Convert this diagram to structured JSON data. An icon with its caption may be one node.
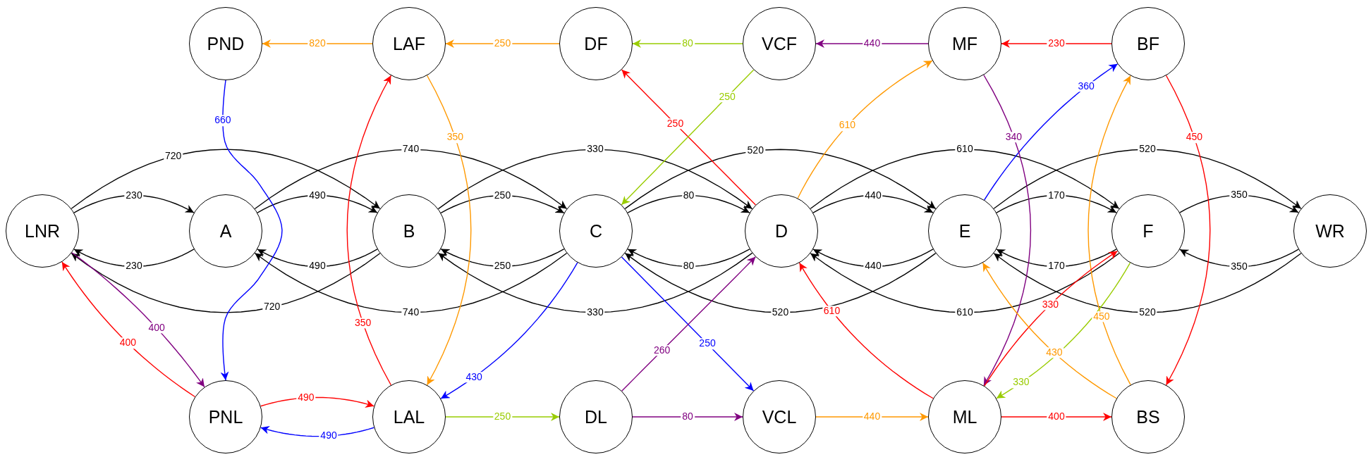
{
  "diagram": {
    "nodes": [
      {
        "text": [
          "PND"
        ]
      },
      {
        "text": [
          "LAF"
        ]
      },
      {
        "text": [
          "DF"
        ]
      },
      {
        "text": [
          "VCF"
        ]
      },
      {
        "text": [
          "MF"
        ]
      },
      {
        "text": [
          "BF"
        ]
      },
      {
        "text": [
          "LNR"
        ]
      },
      {
        "text": [
          "A"
        ]
      },
      {
        "text": [
          "B"
        ]
      },
      {
        "text": [
          "C"
        ]
      },
      {
        "text": [
          "D"
        ]
      },
      {
        "text": [
          "E"
        ]
      },
      {
        "text": [
          "F"
        ]
      },
      {
        "text": [
          "WR"
        ]
      },
      {
        "text": [
          "PNL"
        ]
      },
      {
        "text": [
          "LAL"
        ]
      },
      {
        "text": [
          "DL"
        ]
      },
      {
        "text": [
          "VCL"
        ]
      },
      {
        "text": [
          "ML"
        ]
      },
      {
        "text": [
          "BS"
        ]
      }
    ],
    "edges": [
      {
        "from": 6,
        "to": 7,
        "arrow": "to",
        "label": "230"
      },
      {
        "from": 7,
        "to": 6,
        "arrow": "to",
        "label": "230"
      },
      {
        "from": 6,
        "to": 8,
        "arrow": "to",
        "label": "720"
      },
      {
        "from": 8,
        "to": 6,
        "arrow": "to",
        "label": "720"
      },
      {
        "from": 7,
        "to": 8,
        "arrow": "to",
        "label": "490"
      },
      {
        "from": 8,
        "to": 7,
        "arrow": "to",
        "label": "490"
      },
      {
        "from": 7,
        "to": 9,
        "arrow": "to",
        "label": "740"
      },
      {
        "from": 9,
        "to": 7,
        "arrow": "to",
        "label": "740"
      },
      {
        "from": 8,
        "to": 9,
        "arrow": "to",
        "label": "250"
      },
      {
        "from": 9,
        "to": 8,
        "arrow": "to",
        "label": "250"
      },
      {
        "from": 8,
        "to": 10,
        "arrow": "to",
        "label": "330"
      },
      {
        "from": 10,
        "to": 8,
        "arrow": "to",
        "label": "330"
      },
      {
        "from": 9,
        "to": 10,
        "arrow": "to",
        "label": "80"
      },
      {
        "from": 10,
        "to": 9,
        "arrow": "to",
        "label": "80"
      },
      {
        "from": 9,
        "to": 11,
        "arrow": "to",
        "label": "520"
      },
      {
        "from": 11,
        "to": 9,
        "arrow": "to",
        "label": "520"
      },
      {
        "from": 10,
        "to": 11,
        "arrow": "to",
        "label": "440"
      },
      {
        "from": 11,
        "to": 10,
        "arrow": "to",
        "label": "440"
      },
      {
        "from": 10,
        "to": 12,
        "arrow": "to",
        "label": "610"
      },
      {
        "from": 12,
        "to": 10,
        "arrow": "to",
        "label": "610"
      },
      {
        "from": 11,
        "to": 12,
        "arrow": "to",
        "label": "170"
      },
      {
        "from": 12,
        "to": 11,
        "arrow": "to",
        "label": "170"
      },
      {
        "from": 11,
        "to": 13,
        "arrow": "to",
        "label": "520"
      },
      {
        "from": 13,
        "to": 11,
        "arrow": "to",
        "label": "520"
      },
      {
        "from": 12,
        "to": 13,
        "arrow": "to",
        "label": "350"
      },
      {
        "from": 13,
        "to": 12,
        "arrow": "to",
        "label": "350"
      },
      {
        "from": 1,
        "to": 0,
        "arrow": "to",
        "label": "820",
        "color": "#ff9900"
      },
      {
        "from": 2,
        "to": 1,
        "arrow": "to",
        "label": "250",
        "color": "#ff9900"
      },
      {
        "from": 3,
        "to": 2,
        "arrow": "to",
        "label": "80",
        "color": "#99cc00"
      },
      {
        "from": 4,
        "to": 3,
        "arrow": "to",
        "label": "440",
        "color": "#800080"
      },
      {
        "from": 5,
        "to": 4,
        "arrow": "to",
        "label": "230",
        "color": "#ff0000"
      },
      {
        "from": 0,
        "to": 14,
        "arrow": "to",
        "label": "660",
        "color": "#0000ff"
      },
      {
        "from": 15,
        "to": 1,
        "arrow": "to",
        "label": "350",
        "color": "#ff0000"
      },
      {
        "from": 1,
        "to": 15,
        "arrow": "to",
        "label": "350",
        "color": "#ff9900"
      },
      {
        "from": 10,
        "to": 2,
        "arrow": "to",
        "label": "250",
        "color": "#ff0000"
      },
      {
        "from": 3,
        "to": 9,
        "arrow": "to",
        "label": "250",
        "color": "#99cc00"
      },
      {
        "from": 10,
        "to": 4,
        "arrow": "to",
        "label": "610",
        "color": "#ff9900"
      },
      {
        "from": 11,
        "to": 5,
        "arrow": "to",
        "label": "360",
        "color": "#0000ff"
      },
      {
        "from": 4,
        "to": 18,
        "arrow": "to",
        "label": "340",
        "color": "#800080"
      },
      {
        "from": 5,
        "to": 19,
        "arrow": "to",
        "label": "450",
        "color": "#ff0000"
      },
      {
        "from": 19,
        "to": 5,
        "arrow": "to",
        "label": "450",
        "color": "#ff9900"
      },
      {
        "from": 6,
        "to": 14,
        "arrow": "to",
        "label": "400",
        "color": "#800080"
      },
      {
        "from": 14,
        "to": 6,
        "arrow": "to",
        "label": "400",
        "color": "#ff0000"
      },
      {
        "from": 14,
        "to": 15,
        "arrow": "to",
        "label": "490",
        "color": "#ff0000"
      },
      {
        "from": 15,
        "to": 14,
        "arrow": "to",
        "label": "490",
        "color": "#0000ff"
      },
      {
        "from": 9,
        "to": 15,
        "arrow": "to",
        "label": "430",
        "color": "#0000ff"
      },
      {
        "from": 9,
        "to": 17,
        "arrow": "to",
        "label": "250",
        "color": "#0000ff"
      },
      {
        "from": 16,
        "to": 10,
        "arrow": "to",
        "label": "260",
        "color": "#800080"
      },
      {
        "from": 15,
        "to": 16,
        "arrow": "to",
        "label": "250",
        "color": "#99cc00"
      },
      {
        "from": 16,
        "to": 17,
        "arrow": "to",
        "label": "80",
        "color": "#800080"
      },
      {
        "from": 17,
        "to": 18,
        "arrow": "to",
        "label": "440",
        "color": "#ff9900"
      },
      {
        "from": 18,
        "to": 10,
        "arrow": "to",
        "label": "610",
        "color": "#ff0000"
      },
      {
        "from": 18,
        "to": 12,
        "arrow": "to",
        "label": "330",
        "color": "#ff0000"
      },
      {
        "from": 12,
        "to": 18,
        "arrow": "to",
        "label": "330",
        "color": "#99cc00"
      },
      {
        "from": 19,
        "to": 11,
        "arrow": "to",
        "label": "430",
        "color": "#ff9900"
      },
      {
        "from": 18,
        "to": 19,
        "arrow": "to",
        "label": "400",
        "color": "#ff0000"
      }
    ]
  }
}
